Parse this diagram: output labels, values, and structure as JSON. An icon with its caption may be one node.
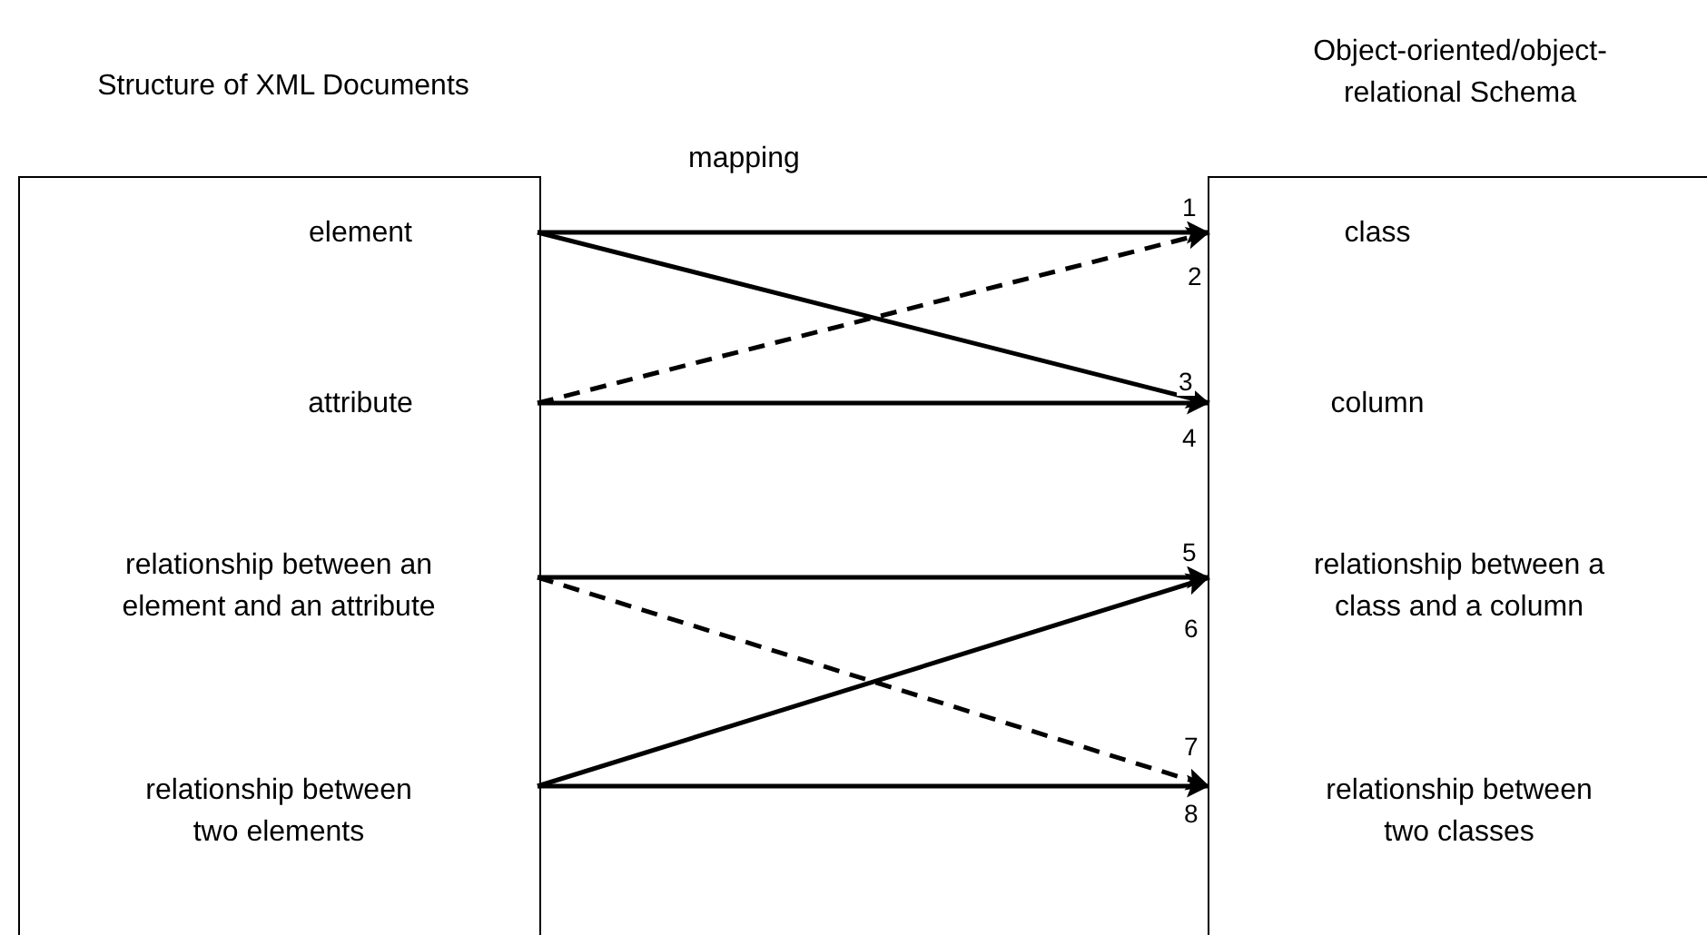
{
  "diagram": {
    "nodes": [
      {
        "text": [
          "Structure of XML Documents"
        ]
      },
      {
        "text": [
          "element"
        ],
        "in": 0
      },
      {
        "text": [
          "attribute"
        ],
        "in": 0
      },
      {
        "text": [
          "relationship between an element and an attribute"
        ],
        "in": 0
      },
      {
        "text": [
          "relationship between two elements"
        ],
        "in": 0
      },
      {
        "text": [
          "Object-oriented/object-relational Schema"
        ]
      },
      {
        "text": [
          "class"
        ],
        "in": 5
      },
      {
        "text": [
          "column"
        ],
        "in": 5
      },
      {
        "text": [
          "relationship between a class and a column"
        ],
        "in": 5
      },
      {
        "text": [
          "relationship between two classes"
        ],
        "in": 5
      }
    ],
    "edges": [
      {
        "from": 1,
        "to": 6,
        "arrow": "to",
        "label": "1"
      },
      {
        "from": 2,
        "to": 6,
        "arrow": "to",
        "label": "2",
        "style": "dashed"
      },
      {
        "from": 1,
        "to": 7,
        "arrow": "to",
        "label": "3"
      },
      {
        "from": 2,
        "to": 7,
        "arrow": "to",
        "label": "4"
      },
      {
        "from": 3,
        "to": 8,
        "arrow": "to",
        "label": "5"
      },
      {
        "from": 4,
        "to": 8,
        "arrow": "to",
        "label": "6"
      },
      {
        "from": 3,
        "to": 9,
        "arrow": "to",
        "label": "7",
        "style": "dashed"
      },
      {
        "from": 4,
        "to": 9,
        "arrow": "to",
        "label": "8"
      }
    ],
    "labels": [
      "mapping"
    ]
  }
}
